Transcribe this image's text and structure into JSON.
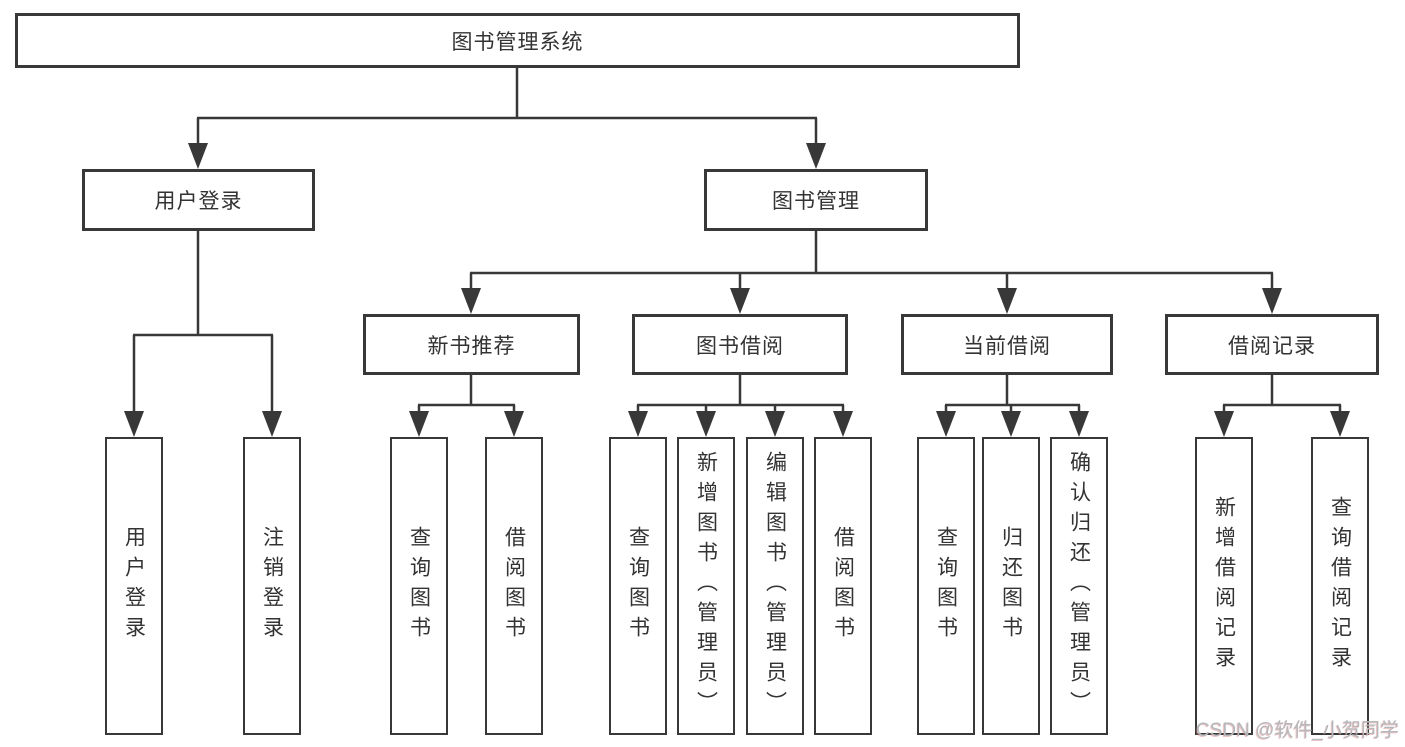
{
  "diagram": {
    "type": "hierarchy-tree",
    "colors": {
      "background": "#ffffff",
      "line": "#383838",
      "box_border": "#383838",
      "text": "#333333",
      "watermark_text": "#b4b7bb"
    },
    "tree": {
      "root": "图书管理系统",
      "branches": [
        {
          "label": "用户登录",
          "children": [
            "用户登录",
            "注销登录"
          ]
        },
        {
          "label": "图书管理",
          "sections": [
            {
              "label": "新书推荐",
              "children": [
                "查询图书",
                "借阅图书"
              ]
            },
            {
              "label": "图书借阅",
              "children": [
                "查询图书",
                "新增图书（管理员）",
                "编辑图书（管理员）",
                "借阅图书"
              ]
            },
            {
              "label": "当前借阅",
              "children": [
                "查询图书",
                "归还图书",
                "确认归还（管理员）"
              ]
            },
            {
              "label": "借阅记录",
              "children": [
                "新增借阅记录",
                "查询借阅记录"
              ]
            }
          ]
        }
      ]
    },
    "watermark": "CSDN @软件_小贺同学"
  }
}
